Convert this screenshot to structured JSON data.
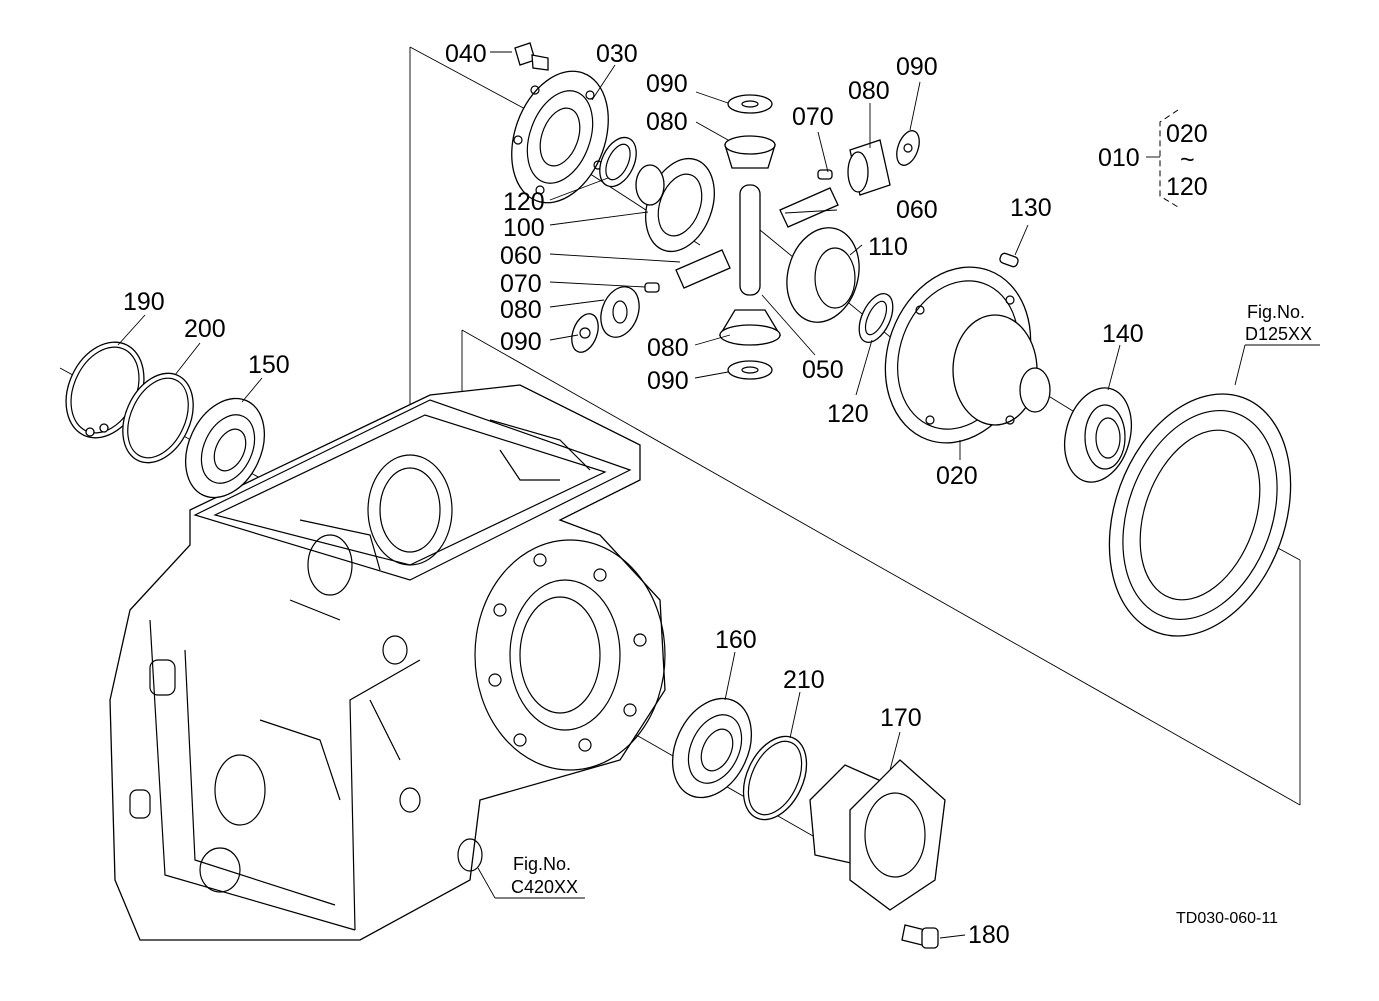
{
  "diagram": {
    "type": "exploded-parts-diagram",
    "drawing_code": "TD030-060-11",
    "group_note": {
      "parent": "010",
      "range_start": "020",
      "range_symbol": "~",
      "range_end": "120"
    },
    "figure_refs": [
      {
        "label": "Fig.No.",
        "code": "D125XX"
      },
      {
        "label": "Fig.No.",
        "code": "C420XX"
      }
    ],
    "callouts": {
      "p040": "040",
      "p030": "030",
      "p090a": "090",
      "p080a": "080",
      "p070a": "070",
      "p080b": "080",
      "p090b": "090",
      "p120a": "120",
      "p100": "100",
      "p060a": "060",
      "p060b": "060",
      "p070b": "070",
      "p080c": "080",
      "p090c": "090",
      "p080d": "080",
      "p090d": "090",
      "p110": "110",
      "p050": "050",
      "p120b": "120",
      "p130": "130",
      "p020": "020",
      "p140": "140",
      "p190": "190",
      "p200": "200",
      "p150": "150",
      "p160": "160",
      "p210": "210",
      "p170": "170",
      "p180": "180"
    }
  }
}
